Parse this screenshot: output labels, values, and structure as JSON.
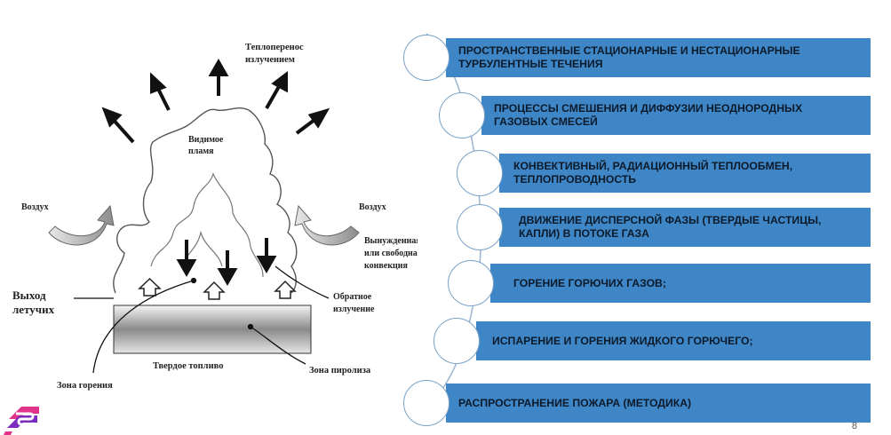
{
  "diagram": {
    "labels": {
      "radiation_transfer_line1": "Теплоперенос",
      "radiation_transfer_line2": "излучением",
      "visible_flame_line1": "Видимое",
      "visible_flame_line2": "пламя",
      "air_left": "Воздух",
      "air_right": "Воздух",
      "forced_convection_line1": "Вынужденная",
      "forced_convection_line2": "или свободная",
      "forced_convection_line3": "конвекция",
      "volatiles_line1": "Выход",
      "volatiles_line2": "летучих",
      "back_radiation_line1": "Обратное",
      "back_radiation_line2": "излучение",
      "solid_fuel": "Твердое топливо",
      "combustion_zone": "Зона горения",
      "pyrolysis_zone": "Зона пиролиза"
    }
  },
  "list": {
    "items": [
      {
        "text": "ПРОСТРАНСТВЕННЫЕ СТАЦИОНАРНЫЕ И НЕСТАЦИОНАРНЫЕ ТУРБУЛЕНТНЫЕ ТЕЧЕНИЯ"
      },
      {
        "text": "ПРОЦЕССЫ СМЕШЕНИЯ И ДИФФУЗИИ НЕОДНОРОДНЫХ ГАЗОВЫХ СМЕСЕЙ"
      },
      {
        "text": "КОНВЕКТИВНЫЙ, РАДИАЦИОННЫЙ ТЕПЛООБМЕН, ТЕПЛОПРОВОДНОСТЬ"
      },
      {
        "text": "ДВИЖЕНИЕ ДИСПЕРСНОЙ ФАЗЫ (ТВЕРДЫЕ ЧАСТИЦЫ, КАПЛИ) В ПОТОКЕ ГАЗА"
      },
      {
        "text": "ГОРЕНИЕ ГОРЮЧИХ ГАЗОВ;"
      },
      {
        "text": "ИСПАРЕНИЕ И ГОРЕНИЯ ЖИДКОГО ГОРЮЧЕГО;"
      },
      {
        "text": "РАСПРОСТРАНЕНИЕ ПОЖАРА (МЕТОДИКА)"
      }
    ]
  },
  "page_number": "8",
  "colors": {
    "accent": "#3f86c7",
    "logo_purple": "#7b2cbf",
    "logo_pink": "#e0338a"
  }
}
